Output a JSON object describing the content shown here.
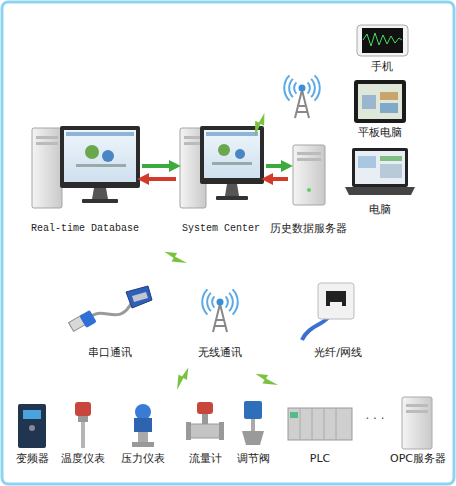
{
  "diagram": {
    "nodes": [
      {
        "text": [
          "手机"
        ]
      },
      {
        "text": [
          "平板电脑"
        ]
      },
      {
        "text": [
          "电脑"
        ]
      },
      {
        "text": [
          "Real-time Database"
        ]
      },
      {
        "text": [
          "System Center"
        ]
      },
      {
        "text": [
          "历史数据服务器"
        ]
      },
      {
        "text": [
          "串口通讯"
        ]
      },
      {
        "text": [
          "无线通讯"
        ]
      },
      {
        "text": [
          "光纤/网线"
        ]
      },
      {
        "text": [
          "变频器"
        ]
      },
      {
        "text": [
          "温度仪表"
        ]
      },
      {
        "text": [
          "压力仪表"
        ]
      },
      {
        "text": [
          "流量计"
        ]
      },
      {
        "text": [
          "调节阀"
        ]
      },
      {
        "text": [
          "PLC"
        ]
      },
      {
        "text": [
          "OPC服务器"
        ]
      }
    ],
    "edges": [
      {
        "from": 3,
        "to": 4,
        "arrow": "to"
      },
      {
        "from": 4,
        "to": 3,
        "arrow": "to"
      },
      {
        "from": 4,
        "to": 5,
        "arrow": "to"
      },
      {
        "from": 5,
        "to": 4,
        "arrow": "to"
      }
    ],
    "labels": [
      "· · ·"
    ]
  }
}
